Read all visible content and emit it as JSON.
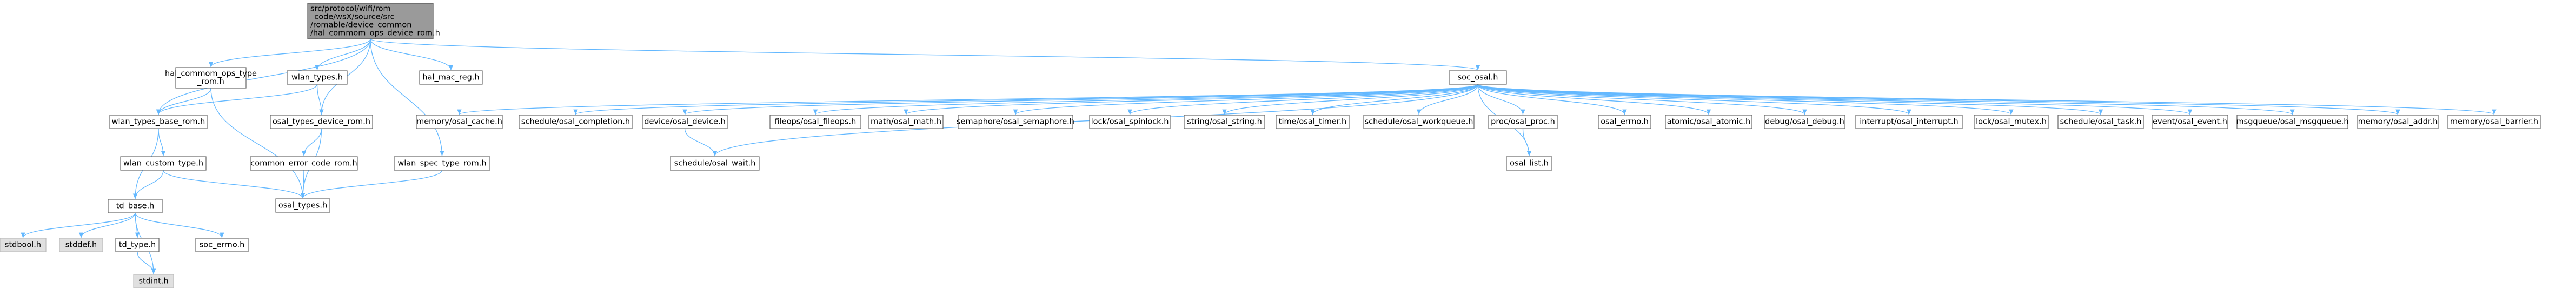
{
  "graph": {
    "root": {
      "id": "root",
      "lines": [
        "src/protocol/wifi/rom",
        "_code/wsX/source/src",
        "/romable/device_common",
        "/hal_commom_ops_device_rom.h"
      ]
    },
    "nodes": [
      {
        "id": "hal_commom_ops_type_rom",
        "lines": [
          "hal_commom_ops_type",
          "_rom.h"
        ]
      },
      {
        "id": "wlan_types",
        "lines": [
          "wlan_types.h"
        ]
      },
      {
        "id": "hal_mac_reg",
        "lines": [
          "hal_mac_reg.h"
        ]
      },
      {
        "id": "soc_osal",
        "lines": [
          "soc_osal.h"
        ]
      },
      {
        "id": "wlan_types_base_rom",
        "lines": [
          "wlan_types_base_rom.h"
        ]
      },
      {
        "id": "osal_types_device_rom",
        "lines": [
          "osal_types_device_rom.h"
        ]
      },
      {
        "id": "wlan_custom_type",
        "lines": [
          "wlan_custom_type.h"
        ]
      },
      {
        "id": "common_error_code_rom",
        "lines": [
          "common_error_code_rom.h"
        ]
      },
      {
        "id": "wlan_spec_type_rom",
        "lines": [
          "wlan_spec_type_rom.h"
        ]
      },
      {
        "id": "td_base",
        "lines": [
          "td_base.h"
        ]
      },
      {
        "id": "osal_types",
        "lines": [
          "osal_types.h"
        ]
      },
      {
        "id": "stdbool",
        "lines": [
          "stdbool.h"
        ],
        "missing": true
      },
      {
        "id": "stddef",
        "lines": [
          "stddef.h"
        ],
        "missing": true
      },
      {
        "id": "td_type",
        "lines": [
          "td_type.h"
        ]
      },
      {
        "id": "soc_errno",
        "lines": [
          "soc_errno.h"
        ]
      },
      {
        "id": "stdint",
        "lines": [
          "stdint.h"
        ],
        "missing": true
      },
      {
        "id": "memory_osal_cache",
        "lines": [
          "memory/osal_cache.h"
        ]
      },
      {
        "id": "schedule_osal_completion",
        "lines": [
          "schedule/osal_completion.h"
        ]
      },
      {
        "id": "device_osal_device",
        "lines": [
          "device/osal_device.h"
        ]
      },
      {
        "id": "fileops_osal_fileops",
        "lines": [
          "fileops/osal_fileops.h"
        ]
      },
      {
        "id": "math_osal_math",
        "lines": [
          "math/osal_math.h"
        ]
      },
      {
        "id": "semaphore_osal_semaphore",
        "lines": [
          "semaphore/osal_semaphore.h"
        ]
      },
      {
        "id": "lock_osal_spinlock",
        "lines": [
          "lock/osal_spinlock.h"
        ]
      },
      {
        "id": "string_osal_string",
        "lines": [
          "string/osal_string.h"
        ]
      },
      {
        "id": "time_osal_timer",
        "lines": [
          "time/osal_timer.h"
        ]
      },
      {
        "id": "schedule_osal_workqueue",
        "lines": [
          "schedule/osal_workqueue.h"
        ]
      },
      {
        "id": "proc_osal_proc",
        "lines": [
          "proc/osal_proc.h"
        ]
      },
      {
        "id": "osal_errno",
        "lines": [
          "osal_errno.h"
        ]
      },
      {
        "id": "atomic_osal_atomic",
        "lines": [
          "atomic/osal_atomic.h"
        ]
      },
      {
        "id": "debug_osal_debug",
        "lines": [
          "debug/osal_debug.h"
        ]
      },
      {
        "id": "interrupt_osal_interrupt",
        "lines": [
          "interrupt/osal_interrupt.h"
        ]
      },
      {
        "id": "lock_osal_mutex",
        "lines": [
          "lock/osal_mutex.h"
        ]
      },
      {
        "id": "schedule_osal_task",
        "lines": [
          "schedule/osal_task.h"
        ]
      },
      {
        "id": "event_osal_event",
        "lines": [
          "event/osal_event.h"
        ]
      },
      {
        "id": "msgqueue_osal_msgqueue",
        "lines": [
          "msgqueue/osal_msgqueue.h"
        ]
      },
      {
        "id": "memory_osal_addr",
        "lines": [
          "memory/osal_addr.h"
        ]
      },
      {
        "id": "memory_osal_barrier",
        "lines": [
          "memory/osal_barrier.h"
        ]
      },
      {
        "id": "schedule_osal_wait",
        "lines": [
          "schedule/osal_wait.h"
        ]
      },
      {
        "id": "osal_list",
        "lines": [
          "osal_list.h"
        ]
      }
    ],
    "edges": [
      [
        "root",
        "hal_commom_ops_type_rom"
      ],
      [
        "root",
        "wlan_types"
      ],
      [
        "root",
        "hal_mac_reg"
      ],
      [
        "root",
        "soc_osal"
      ],
      [
        "root",
        "wlan_types_base_rom"
      ],
      [
        "root",
        "osal_types_device_rom"
      ],
      [
        "root",
        "wlan_spec_type_rom"
      ],
      [
        "hal_commom_ops_type_rom",
        "wlan_types_base_rom"
      ],
      [
        "hal_commom_ops_type_rom",
        "osal_types"
      ],
      [
        "wlan_types",
        "wlan_types_base_rom"
      ],
      [
        "wlan_types",
        "osal_types_device_rom"
      ],
      [
        "wlan_types_base_rom",
        "wlan_custom_type"
      ],
      [
        "wlan_types_base_rom",
        "td_base"
      ],
      [
        "wlan_custom_type",
        "td_base"
      ],
      [
        "wlan_custom_type",
        "osal_types"
      ],
      [
        "osal_types_device_rom",
        "common_error_code_rom"
      ],
      [
        "osal_types_device_rom",
        "osal_types"
      ],
      [
        "common_error_code_rom",
        "osal_types"
      ],
      [
        "wlan_spec_type_rom",
        "osal_types"
      ],
      [
        "td_base",
        "stdbool"
      ],
      [
        "td_base",
        "stddef"
      ],
      [
        "td_base",
        "td_type"
      ],
      [
        "td_base",
        "soc_errno"
      ],
      [
        "td_base",
        "stdint"
      ],
      [
        "td_type",
        "stdint"
      ],
      [
        "soc_osal",
        "memory_osal_cache"
      ],
      [
        "soc_osal",
        "schedule_osal_completion"
      ],
      [
        "soc_osal",
        "device_osal_device"
      ],
      [
        "soc_osal",
        "fileops_osal_fileops"
      ],
      [
        "soc_osal",
        "math_osal_math"
      ],
      [
        "soc_osal",
        "semaphore_osal_semaphore"
      ],
      [
        "soc_osal",
        "lock_osal_spinlock"
      ],
      [
        "soc_osal",
        "string_osal_string"
      ],
      [
        "soc_osal",
        "time_osal_timer"
      ],
      [
        "soc_osal",
        "schedule_osal_workqueue"
      ],
      [
        "soc_osal",
        "proc_osal_proc"
      ],
      [
        "soc_osal",
        "osal_errno"
      ],
      [
        "soc_osal",
        "atomic_osal_atomic"
      ],
      [
        "soc_osal",
        "debug_osal_debug"
      ],
      [
        "soc_osal",
        "interrupt_osal_interrupt"
      ],
      [
        "soc_osal",
        "lock_osal_mutex"
      ],
      [
        "soc_osal",
        "schedule_osal_task"
      ],
      [
        "soc_osal",
        "event_osal_event"
      ],
      [
        "soc_osal",
        "msgqueue_osal_msgqueue"
      ],
      [
        "soc_osal",
        "memory_osal_addr"
      ],
      [
        "soc_osal",
        "memory_osal_barrier"
      ],
      [
        "soc_osal",
        "schedule_osal_wait"
      ],
      [
        "soc_osal",
        "osal_list"
      ],
      [
        "device_osal_device",
        "schedule_osal_wait"
      ],
      [
        "proc_osal_proc",
        "osal_list"
      ]
    ]
  }
}
